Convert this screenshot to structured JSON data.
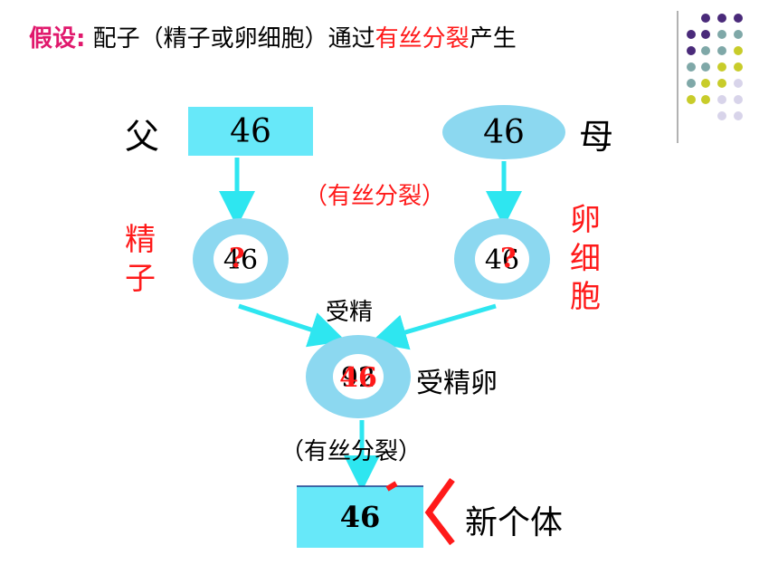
{
  "title": {
    "lead": "假设:",
    "text1": " 配子（精子或卵细胞）通过",
    "highlight": "有丝分裂",
    "text2": "产生"
  },
  "father": {
    "label": "父",
    "value": "46"
  },
  "mother": {
    "label": "母",
    "value": "46"
  },
  "division_top": "（有丝分裂）",
  "sperm": {
    "label": "精子",
    "value": "46",
    "mark": "?"
  },
  "egg": {
    "label": "卵细胞",
    "value": "46",
    "mark": "?"
  },
  "fertilization_label": "受精",
  "zygote": {
    "label": "受精卵",
    "value_a": "92",
    "value_b": "46"
  },
  "division_bottom": "（有丝分裂）",
  "offspring": {
    "label": "新个体",
    "value": "46"
  },
  "colors": {
    "box_cyan": "#67e8f9",
    "ellipse_blue": "#8cd8f0",
    "arrow_cyan": "#2ee6f0",
    "accent_red": "#ff1a1a",
    "title_pink": "#e0186c",
    "dots_purple": "#4a2a7a",
    "dots_teal": "#7fa8a8",
    "dots_yellow": "#c8cc2a",
    "dots_lilac": "#d8d4ea"
  }
}
